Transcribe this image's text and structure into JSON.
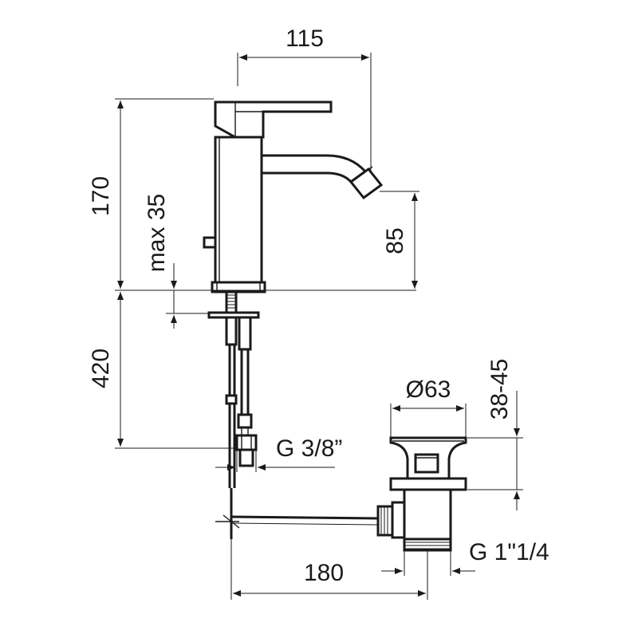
{
  "diagram": {
    "labels": {
      "width_115": "115",
      "height_170": "170",
      "max_35": "max 35",
      "spout_85": "85",
      "hose_420": "420",
      "diameter_63": "Ø63",
      "range_38_45": "38-45",
      "thread_g38": "G 3/8”",
      "thread_g114": "G 1\"1/4",
      "length_180": "180"
    }
  }
}
